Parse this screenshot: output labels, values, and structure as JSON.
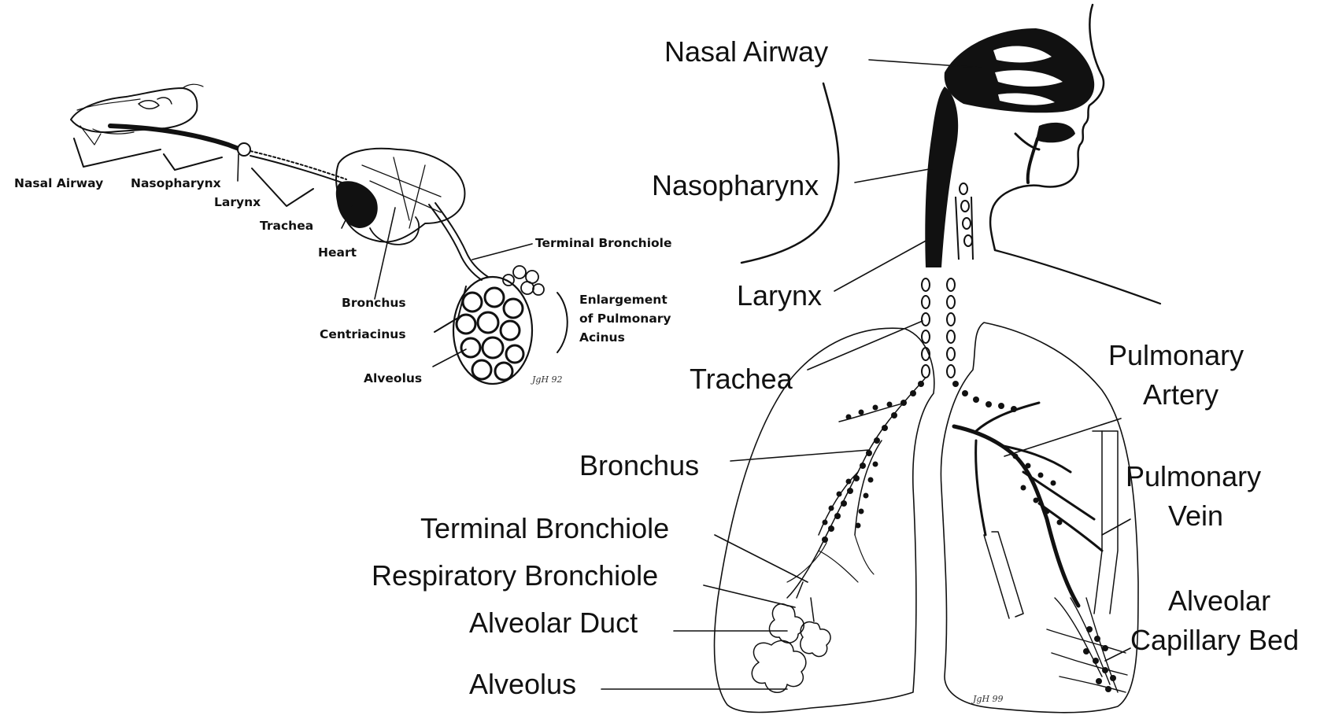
{
  "left_diagram": {
    "labels": {
      "nasal_airway": "Nasal Airway",
      "nasopharynx": "Nasopharynx",
      "larynx": "Larynx",
      "trachea": "Trachea",
      "heart": "Heart",
      "bronchus": "Bronchus",
      "centriacinus": "Centriacinus",
      "alveolus": "Alveolus",
      "terminal_bronchiole": "Terminal Bronchiole",
      "enlargement_line1": "Enlargement",
      "enlargement_line2": "of Pulmonary",
      "enlargement_line3": "Acinus"
    },
    "signature": "JgH 92"
  },
  "right_diagram": {
    "labels": {
      "nasal_airway": "Nasal Airway",
      "nasopharynx": "Nasopharynx",
      "larynx": "Larynx",
      "trachea": "Trachea",
      "bronchus": "Bronchus",
      "terminal_bronchiole": "Terminal Bronchiole",
      "respiratory_bronchiole": "Respiratory Bronchiole",
      "alveolar_duct": "Alveolar Duct",
      "alveolus": "Alveolus",
      "pulmonary_artery_line1": "Pulmonary",
      "pulmonary_artery_line2": "Artery",
      "pulmonary_vein_line1": "Pulmonary",
      "pulmonary_vein_line2": "Vein",
      "alveolar_capillary_line1": "Alveolar",
      "alveolar_capillary_line2": "Capillary Bed"
    },
    "signature": "JgH 99"
  }
}
